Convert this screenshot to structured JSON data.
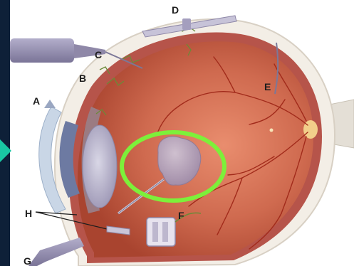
{
  "labels": {
    "a": "A",
    "b": "B",
    "c": "C",
    "d": "D",
    "e": "E",
    "f": "F",
    "g": "G",
    "h": "H"
  },
  "colors": {
    "background": "#0e2038",
    "arrow": "#19c7a3",
    "highlight_circle": "#7df03a",
    "retina": "#c8644b",
    "sclera": "#f2ede6",
    "lens": "#b7b3c8",
    "vessels": "#a82d1c",
    "instrument": "#8f88a8"
  },
  "icons": {
    "pointer": "arrow-right-icon"
  }
}
